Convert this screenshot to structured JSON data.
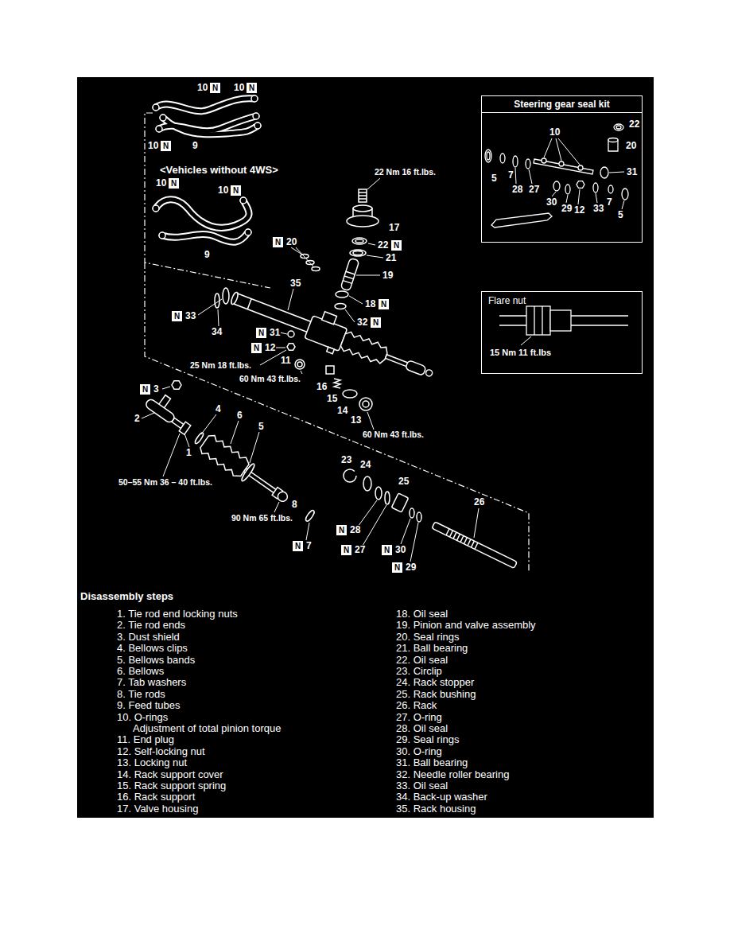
{
  "diagram": {
    "nodes": [
      {
        "text": [
          "Steering gear seal kit"
        ]
      },
      {
        "text": [
          "Flare nut",
          "15 Nm 11 ft.lbs"
        ]
      }
    ],
    "labels": [
      "10",
      "N",
      "10",
      "N",
      "10",
      "N",
      "9",
      "<Vehicles without 4WS>",
      "10",
      "N",
      "10",
      "N",
      "9",
      "22 Nm 16 ft.lbs.",
      "17",
      "N",
      "20",
      "22",
      "N",
      "21",
      "19",
      "35",
      "18",
      "N",
      "32",
      "N",
      "N",
      "33",
      "34",
      "N",
      "31",
      "N",
      "12",
      "25 Nm 18 ft.lbs.",
      "11",
      "60 Nm 43 ft.lbs.",
      "16",
      "15",
      "14",
      "13",
      "60 Nm 43 ft.lbs.",
      "N",
      "3",
      "2",
      "4",
      "6",
      "5",
      "1",
      "50–55 Nm 36 – 40 ft.lbs.",
      "23",
      "24",
      "25",
      "26",
      "90 Nm 65 ft.lbs.",
      "8",
      "N",
      "7",
      "N",
      "28",
      "N",
      "27",
      "N",
      "30",
      "N",
      "29",
      "10",
      "22",
      "20",
      "31",
      "5",
      "7",
      "28",
      "27",
      "30",
      "29",
      "12",
      "33",
      "7",
      "5",
      "Disassembly steps",
      "1. Tie rod end locking nuts",
      "2. Tie rod ends",
      "3. Dust shield",
      "4. Bellows clips",
      "5. Bellows bands",
      "6. Bellows",
      "7. Tab washers",
      "8. Tie rods",
      "9. Feed tubes",
      "10. O-rings",
      "Adjustment of total pinion torque",
      "11. End plug",
      "12. Self-locking nut",
      "13. Locking nut",
      "14. Rack support cover",
      "15. Rack support spring",
      "16. Rack support",
      "17. Valve housing",
      "18. Oil seal",
      "19. Pinion and valve assembly",
      "20. Seal rings",
      "21. Ball bearing",
      "22. Oil seal",
      "23. Circlip",
      "24. Rack stopper",
      "25. Rack bushing",
      "26. Rack",
      "27. O-ring",
      "28. Oil seal",
      "29. Seal rings",
      "30. O-ring",
      "31. Ball bearing",
      "32. Needle roller bearing",
      "33. Oil seal",
      "34. Back-up washer",
      "35. Rack housing"
    ]
  }
}
